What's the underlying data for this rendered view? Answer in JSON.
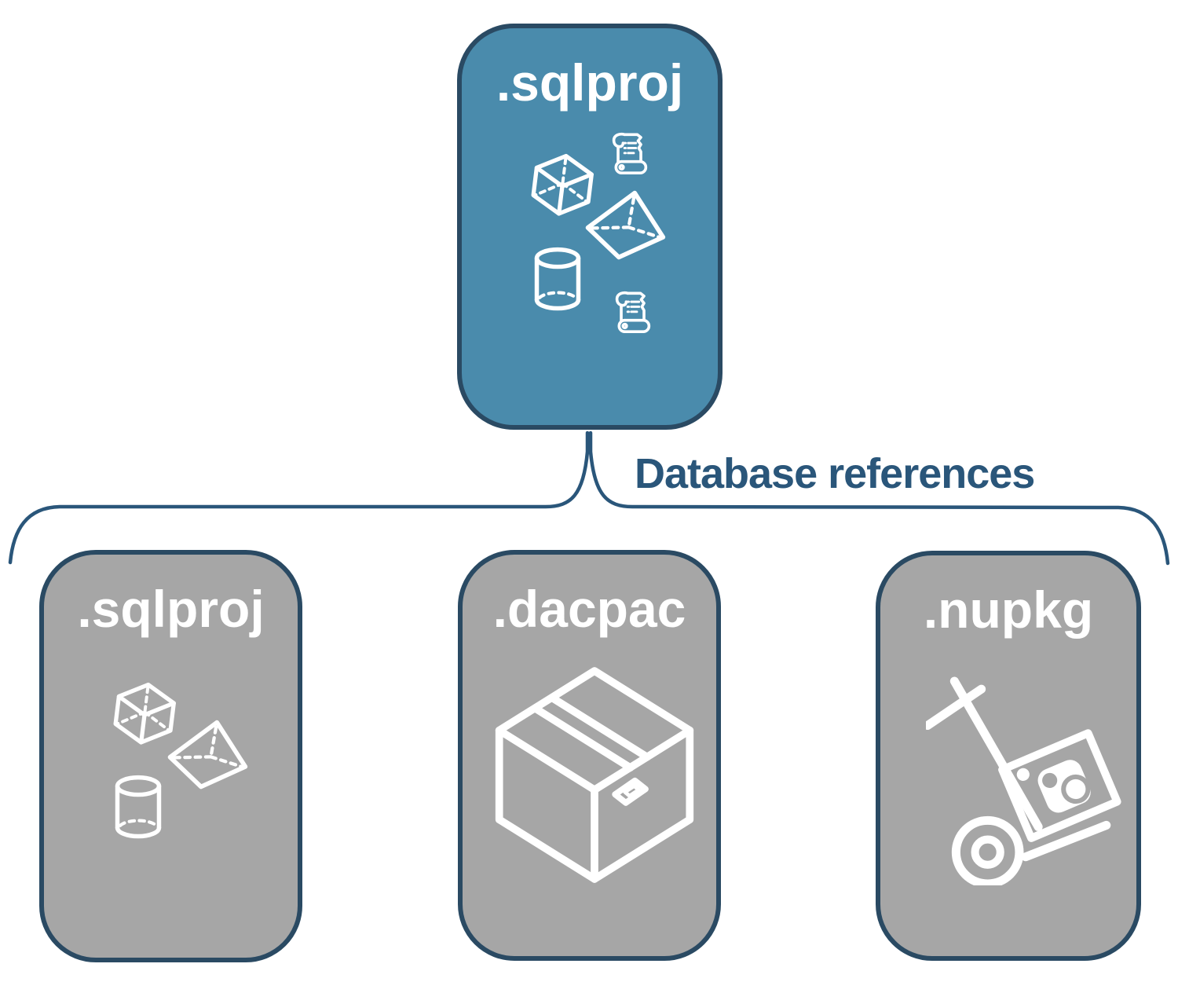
{
  "diagram": {
    "top_box": {
      "label": ".sqlproj",
      "icons": [
        "cube-icon",
        "scroll-icon",
        "pyramid-icon",
        "cylinder-icon",
        "scroll-icon"
      ]
    },
    "connector_label": "Database references",
    "bottom_boxes": [
      {
        "label": ".sqlproj",
        "icons": [
          "cube-icon",
          "pyramid-icon",
          "cylinder-icon"
        ]
      },
      {
        "label": ".dacpac",
        "icons": [
          "package-box-icon"
        ]
      },
      {
        "label": ".nupkg",
        "icons": [
          "handtruck-package-icon"
        ]
      }
    ],
    "colors": {
      "top_box_fill": "#4a8bac",
      "box_border": "#2a4a63",
      "connector": "#2a567a",
      "bottom_box_fill": "#a6a6a6",
      "icon_color": "#ffffff",
      "background": "#ffffff"
    }
  }
}
